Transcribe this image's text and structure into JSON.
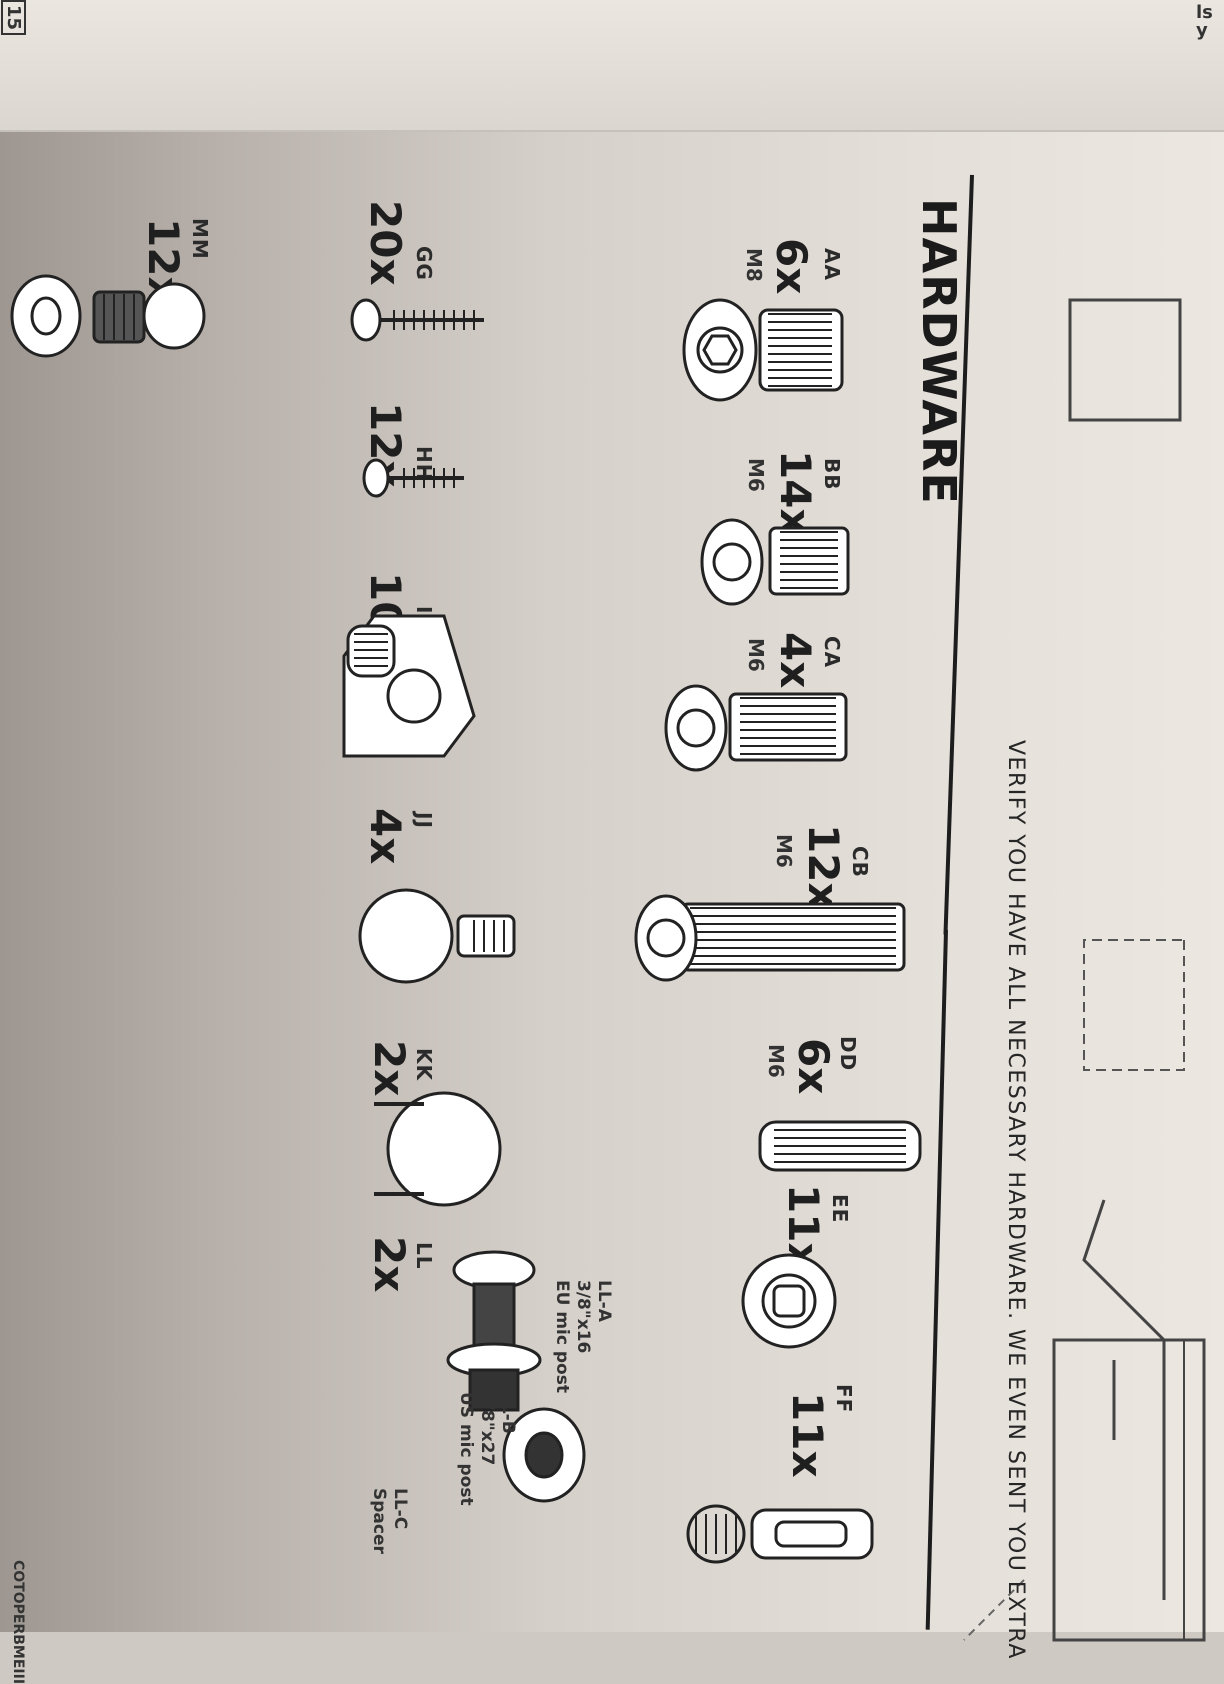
{
  "header": {
    "title": "HARDWARE",
    "headline": "VERIFY YOU HAVE ALL NECESSARY HARDWARE. WE EVEN SENT YOU EXTRA"
  },
  "corner": {
    "top_left": "ls",
    "top_left_line2": "y",
    "bottom_left": "15",
    "bottom_right": "COTOPERBMEIII"
  },
  "hardware": [
    {
      "code": "AA",
      "qty": "6x",
      "size": "M8",
      "icon": "large-hex-bolt-icon"
    },
    {
      "code": "BB",
      "qty": "14x",
      "size": "M6",
      "icon": "hex-bolt-icon"
    },
    {
      "code": "CA",
      "qty": "4x",
      "size": "M6",
      "icon": "long-hex-bolt-icon"
    },
    {
      "code": "CB",
      "qty": "12x",
      "size": "M6",
      "icon": "long-hex-bolt-icon"
    },
    {
      "code": "DD",
      "qty": "6x",
      "size": "M6",
      "icon": "long-hex-bolt-icon"
    },
    {
      "code": "EE",
      "qty": "11x",
      "size": "",
      "icon": "wooden-dowel-icon"
    },
    {
      "code": "FF",
      "qty": "11x",
      "size": "",
      "icon": "cam-lock-icon"
    },
    {
      "code": "GG",
      "qty": "20x",
      "size": "",
      "icon": "wood-screw-icon"
    },
    {
      "code": "HH",
      "qty": "12x",
      "size": "",
      "icon": "short-wood-screw-icon"
    },
    {
      "code": "II",
      "qty": "10x",
      "size": "",
      "icon": "bracket-icon"
    },
    {
      "code": "JJ",
      "qty": "4x",
      "size": "",
      "icon": "glide-foot-icon"
    },
    {
      "code": "KK",
      "qty": "2x",
      "size": "",
      "icon": "hole-cap-icon"
    },
    {
      "code": "LL",
      "qty": "2x",
      "size": "",
      "icon": "mic-post-icon"
    },
    {
      "code": "MM",
      "qty": "12x",
      "size": "",
      "icon": "thumb-screw-washer-icon"
    }
  ],
  "ll_notes": {
    "a": {
      "label": "LL-A",
      "size": "3/8\"x16",
      "desc": "EU mic post"
    },
    "b": {
      "label": "LL-B",
      "size": "5/8\"x27",
      "desc": "US mic post"
    },
    "c": {
      "label": "LL-C",
      "desc": "Spacer"
    }
  }
}
